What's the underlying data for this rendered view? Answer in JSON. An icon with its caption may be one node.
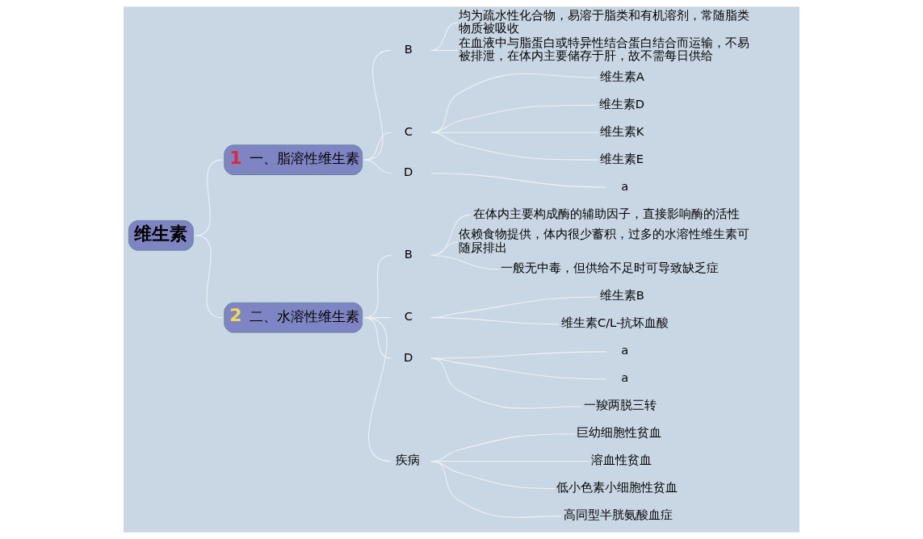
{
  "diagram": {
    "nodes": [
      {
        "text": [
          "维生素"
        ]
      },
      {
        "text": [
          "1",
          "一、脂溶性维生素"
        ]
      },
      {
        "text": [
          "B"
        ]
      },
      {
        "text": [
          "均为疏水性化合物，易溶于脂类和有机溶剂，常随脂类物质被吸收"
        ]
      },
      {
        "text": [
          "在血液中与脂蛋白或特异性结合蛋白结合而运输，不易被排泄，在体内主要储存于肝，故不需每日供给"
        ]
      },
      {
        "text": [
          "C"
        ]
      },
      {
        "text": [
          "维生素A"
        ]
      },
      {
        "text": [
          "维生素D"
        ]
      },
      {
        "text": [
          "维生素K"
        ]
      },
      {
        "text": [
          "维生素E"
        ]
      },
      {
        "text": [
          "D"
        ]
      },
      {
        "text": [
          "a"
        ]
      },
      {
        "text": [
          "2",
          "二、水溶性维生素"
        ]
      },
      {
        "text": [
          "B"
        ]
      },
      {
        "text": [
          "在体内主要构成酶的辅助因子，直接影响酶的活性"
        ]
      },
      {
        "text": [
          "依赖食物提供，体内很少蓄积，过多的水溶性维生素可随尿排出"
        ]
      },
      {
        "text": [
          "一般无中毒，但供给不足时可导致缺乏症"
        ]
      },
      {
        "text": [
          "C"
        ]
      },
      {
        "text": [
          "维生素B"
        ]
      },
      {
        "text": [
          "维生素C/L-抗坏血酸"
        ]
      },
      {
        "text": [
          "D"
        ]
      },
      {
        "text": [
          "a"
        ]
      },
      {
        "text": [
          "a"
        ]
      },
      {
        "text": [
          "一羧两脱三转"
        ]
      },
      {
        "text": [
          "疾病"
        ]
      },
      {
        "text": [
          "巨幼细胞性贫血"
        ]
      },
      {
        "text": [
          "溶血性贫血"
        ]
      },
      {
        "text": [
          "低小色素小细胞性贫血"
        ]
      },
      {
        "text": [
          "高同型半胱氨酸血症"
        ]
      }
    ],
    "edges": [
      {
        "from": 0,
        "to": 1,
        "arrow": "none"
      },
      {
        "from": 1,
        "to": 2,
        "arrow": "none"
      },
      {
        "from": 2,
        "to": 3,
        "arrow": "none"
      },
      {
        "from": 2,
        "to": 4,
        "arrow": "none"
      },
      {
        "from": 1,
        "to": 5,
        "arrow": "none"
      },
      {
        "from": 5,
        "to": 6,
        "arrow": "none"
      },
      {
        "from": 5,
        "to": 7,
        "arrow": "none"
      },
      {
        "from": 5,
        "to": 8,
        "arrow": "none"
      },
      {
        "from": 5,
        "to": 9,
        "arrow": "none"
      },
      {
        "from": 1,
        "to": 10,
        "arrow": "none"
      },
      {
        "from": 10,
        "to": 11,
        "arrow": "none"
      },
      {
        "from": 0,
        "to": 12,
        "arrow": "none"
      },
      {
        "from": 12,
        "to": 13,
        "arrow": "none"
      },
      {
        "from": 13,
        "to": 14,
        "arrow": "none"
      },
      {
        "from": 13,
        "to": 15,
        "arrow": "none"
      },
      {
        "from": 13,
        "to": 16,
        "arrow": "none"
      },
      {
        "from": 12,
        "to": 17,
        "arrow": "none"
      },
      {
        "from": 17,
        "to": 18,
        "arrow": "none"
      },
      {
        "from": 17,
        "to": 19,
        "arrow": "none"
      },
      {
        "from": 12,
        "to": 20,
        "arrow": "none"
      },
      {
        "from": 20,
        "to": 21,
        "arrow": "none"
      },
      {
        "from": 20,
        "to": 22,
        "arrow": "none"
      },
      {
        "from": 20,
        "to": 23,
        "arrow": "none"
      },
      {
        "from": 12,
        "to": 24,
        "arrow": "none"
      },
      {
        "from": 24,
        "to": 25,
        "arrow": "none"
      },
      {
        "from": 24,
        "to": 26,
        "arrow": "none"
      },
      {
        "from": 24,
        "to": 27,
        "arrow": "none"
      },
      {
        "from": 24,
        "to": 28,
        "arrow": "none"
      }
    ]
  }
}
